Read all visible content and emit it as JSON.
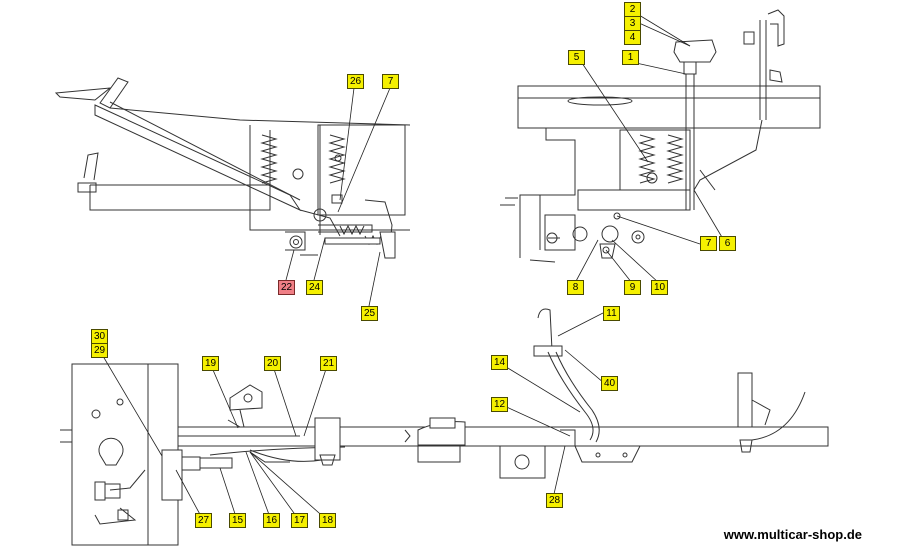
{
  "callouts": [
    {
      "label": "26",
      "state": "normal"
    },
    {
      "label": "7",
      "state": "normal"
    },
    {
      "label": "22",
      "state": "selected"
    },
    {
      "label": "24",
      "state": "normal"
    },
    {
      "label": "25",
      "state": "normal"
    },
    {
      "label": "2",
      "state": "normal"
    },
    {
      "label": "3",
      "state": "normal"
    },
    {
      "label": "4",
      "state": "normal"
    },
    {
      "label": "5",
      "state": "normal"
    },
    {
      "label": "1",
      "state": "normal"
    },
    {
      "label": "7",
      "state": "normal"
    },
    {
      "label": "6",
      "state": "normal"
    },
    {
      "label": "8",
      "state": "normal"
    },
    {
      "label": "9",
      "state": "normal"
    },
    {
      "label": "10",
      "state": "normal"
    },
    {
      "label": "11",
      "state": "normal"
    },
    {
      "label": "30",
      "state": "normal"
    },
    {
      "label": "29",
      "state": "normal"
    },
    {
      "label": "19",
      "state": "normal"
    },
    {
      "label": "20",
      "state": "normal"
    },
    {
      "label": "21",
      "state": "normal"
    },
    {
      "label": "14",
      "state": "normal"
    },
    {
      "label": "40",
      "state": "normal"
    },
    {
      "label": "12",
      "state": "normal"
    },
    {
      "label": "27",
      "state": "normal"
    },
    {
      "label": "15",
      "state": "normal"
    },
    {
      "label": "16",
      "state": "normal"
    },
    {
      "label": "17",
      "state": "normal"
    },
    {
      "label": "18",
      "state": "normal"
    },
    {
      "label": "28",
      "state": "normal"
    }
  ],
  "colors": {
    "callout_fill": "#f5f000",
    "callout_selected_fill": "#f07f86",
    "line": "#333333"
  },
  "watermark": "www.multicar-shop.de"
}
